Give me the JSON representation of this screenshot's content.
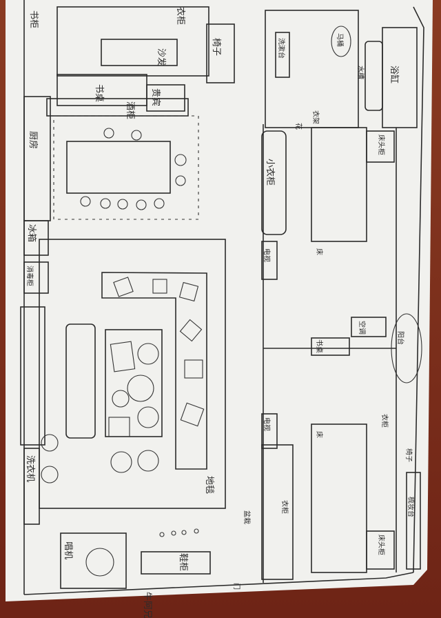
{
  "title": "牛阿兄弟屋",
  "labels": {
    "wardrobe_top": "衣柜",
    "bookcase": "书柜",
    "sofa_study": "沙发",
    "chair_study": "椅子",
    "desk_study": "书桌",
    "vip": "贵宾",
    "wine_cabinet": "酒柜",
    "kitchen": "厨房",
    "fridge": "冰箱",
    "sterilizer": "消毒柜",
    "washer": "洗衣机",
    "record_player": "唱机",
    "shoe_cabinet": "鞋柜",
    "carpet": "地毯",
    "small_wardrobe": "小衣柜",
    "tv_1": "电视",
    "tv_2": "电视",
    "air_conditioner": "空调",
    "desk_bedroom": "书桌",
    "balcony": "阳台",
    "nightstand_1": "床头柜",
    "nightstand_2": "床头柜",
    "bathtub": "浴缸",
    "toilet": "马桶",
    "washbasin": "洗漱台",
    "sink": "水槽",
    "wardrobe_bed1": "衣柜",
    "wardrobe_bed2": "衣柜",
    "bed_1": "床",
    "bed_2": "床",
    "dresser": "梳妆台",
    "chairs_bar": "椅子",
    "rack": "衣架",
    "plant_1": "花",
    "plant_2": "盆栽",
    "door": "门"
  },
  "colors": {
    "paper": "#f2f2ef",
    "ink": "#2a2a2a",
    "table": "#8a3b22"
  }
}
